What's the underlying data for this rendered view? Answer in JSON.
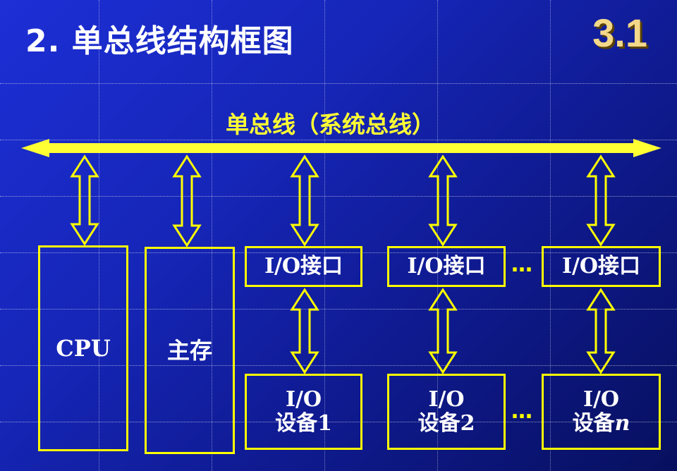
{
  "slide": {
    "title": "2. 单总线结构框图",
    "number": "3.1"
  },
  "bus": {
    "label": "单总线（系统总线）"
  },
  "components": {
    "cpu": "CPU",
    "memory": "主存"
  },
  "interfaces": [
    "I/O接口",
    "I/O接口",
    "I/O接口"
  ],
  "devices": [
    {
      "line1": "I/O",
      "line2_prefix": "设备",
      "line2_suffix": "1"
    },
    {
      "line1": "I/O",
      "line2_prefix": "设备",
      "line2_suffix": "2"
    },
    {
      "line1": "I/O",
      "line2_prefix": "设备",
      "line2_suffix": "n"
    }
  ],
  "ellipsis": "…",
  "colors": {
    "background": "#1626b8",
    "bus": "#ffff33",
    "border": "#ffff00",
    "text": "#ffffff",
    "number": "#f3d88a"
  }
}
